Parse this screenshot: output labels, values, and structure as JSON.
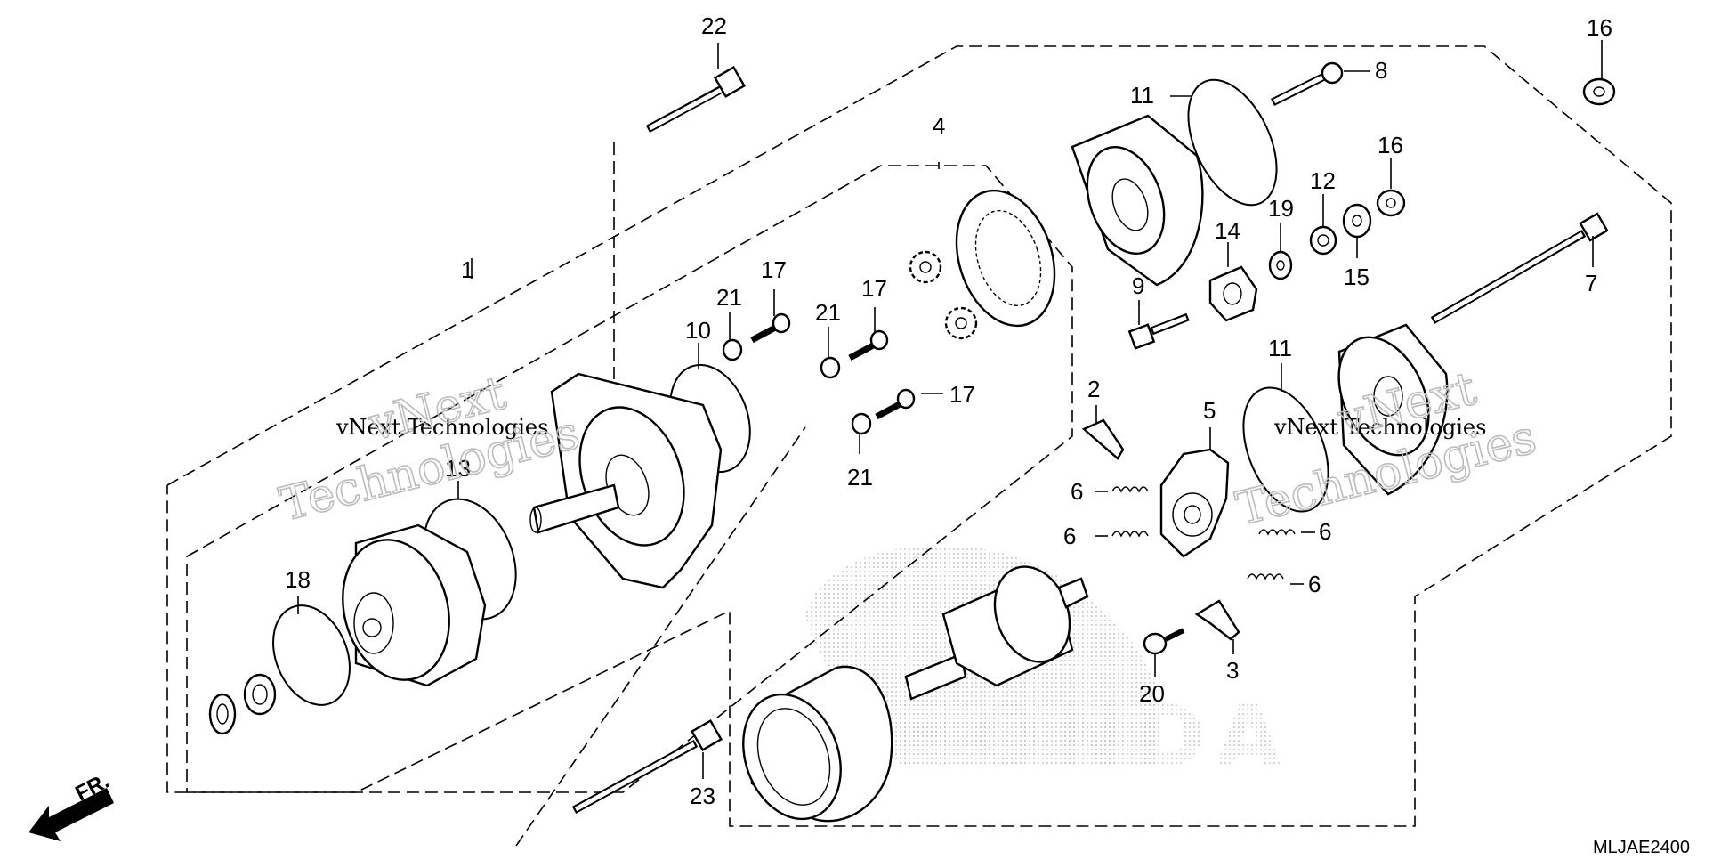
{
  "diagram": {
    "callouts": [
      "1",
      "2",
      "3",
      "4",
      "5",
      "6",
      "6",
      "6",
      "6",
      "7",
      "8",
      "9",
      "10",
      "11",
      "11",
      "12",
      "13",
      "14",
      "15",
      "16",
      "16",
      "17",
      "17",
      "17",
      "18",
      "19",
      "20",
      "21",
      "21",
      "21",
      "22",
      "23"
    ],
    "direction_label": "FR.",
    "diagram_code": "MLJAE2400",
    "watermark_lines": [
      "vNext Technologies",
      "vNext",
      "Technologies"
    ],
    "background_logo": "HONDA"
  }
}
